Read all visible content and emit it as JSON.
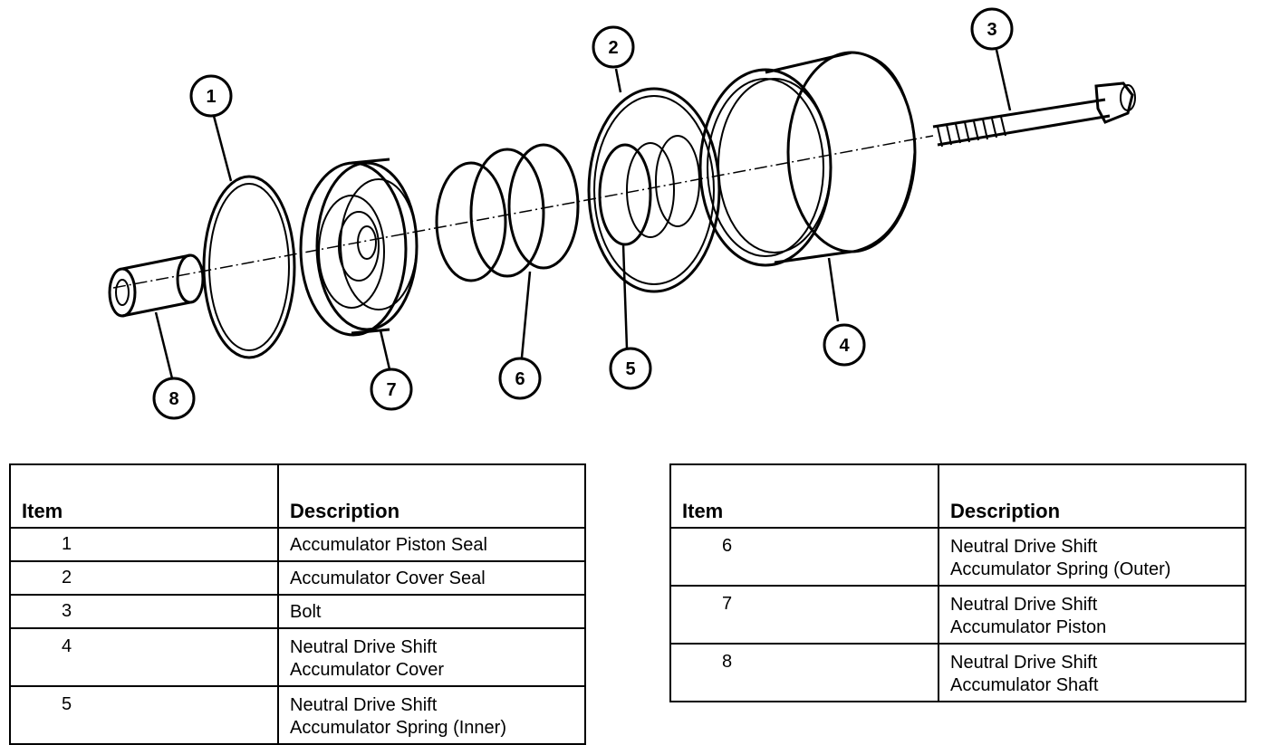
{
  "callouts": [
    "1",
    "2",
    "3",
    "4",
    "5",
    "6",
    "7",
    "8"
  ],
  "table_left": {
    "header_item": "Item",
    "header_description": "Description",
    "rows": [
      {
        "item": "1",
        "description": "Accumulator Piston Seal"
      },
      {
        "item": "2",
        "description": "Accumulator Cover Seal"
      },
      {
        "item": "3",
        "description": "Bolt"
      },
      {
        "item": "4",
        "description": "Neutral Drive Shift\nAccumulator Cover"
      },
      {
        "item": "5",
        "description": "Neutral Drive Shift\nAccumulator Spring (Inner)"
      }
    ]
  },
  "table_right": {
    "header_item": "Item",
    "header_description": "Description",
    "rows": [
      {
        "item": "6",
        "description": "Neutral Drive Shift\nAccumulator Spring (Outer)"
      },
      {
        "item": "7",
        "description": "Neutral Drive Shift\nAccumulator Piston"
      },
      {
        "item": "8",
        "description": "Neutral Drive Shift\nAccumulator Shaft"
      }
    ]
  }
}
